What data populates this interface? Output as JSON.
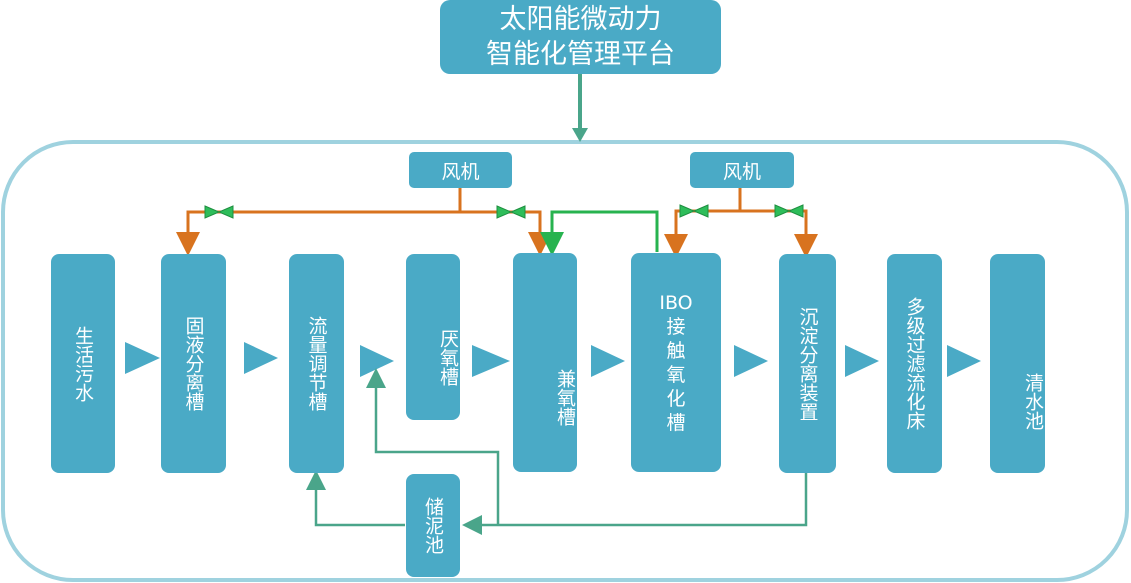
{
  "platform": {
    "title": "太阳能微动力\n智能化管理平台"
  },
  "fans": {
    "left": "风机",
    "right": "风机"
  },
  "tanks": {
    "sewage": "生活污水",
    "solid_liquid_separation": "固液分离槽",
    "flow_regulation": "流量调节槽",
    "anaerobic": "厌氧槽",
    "facultative": "兼氧槽",
    "ibo": "IBO\n接\n触\n氧\n化\n槽",
    "sedimentation": "沉淀分离装置",
    "multistage_filter": "多级过滤流化床",
    "clear_water": "清水池",
    "sludge_storage": "储泥池"
  },
  "colors": {
    "tank_fill": "#4aaac6",
    "frame_stroke": "#9fd2df",
    "air_line": "#d8731f",
    "return_line": "#4aa58a",
    "valve": "#2ebd5a",
    "reflux_line": "#27b34f"
  }
}
